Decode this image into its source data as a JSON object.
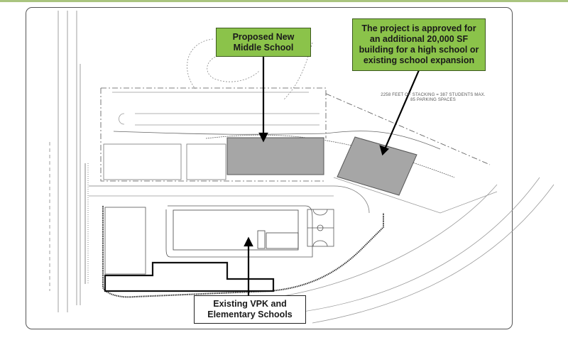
{
  "callouts": {
    "middle_school": "Proposed New Middle School",
    "high_school": "The project is approved for an additional 20,000 SF building for a high school or existing school expansion",
    "existing": "Existing VPK and Elementary Schools"
  },
  "notes": {
    "stacking_line1": "2258 FEET OF STACKING = 387 STUDENTS MAX.",
    "stacking_line2": "85 PARKING SPACES"
  },
  "colors": {
    "callout_green": "#8bc34a",
    "building_gray": "#a6a6a6",
    "top_bar": "#a9c47f"
  }
}
